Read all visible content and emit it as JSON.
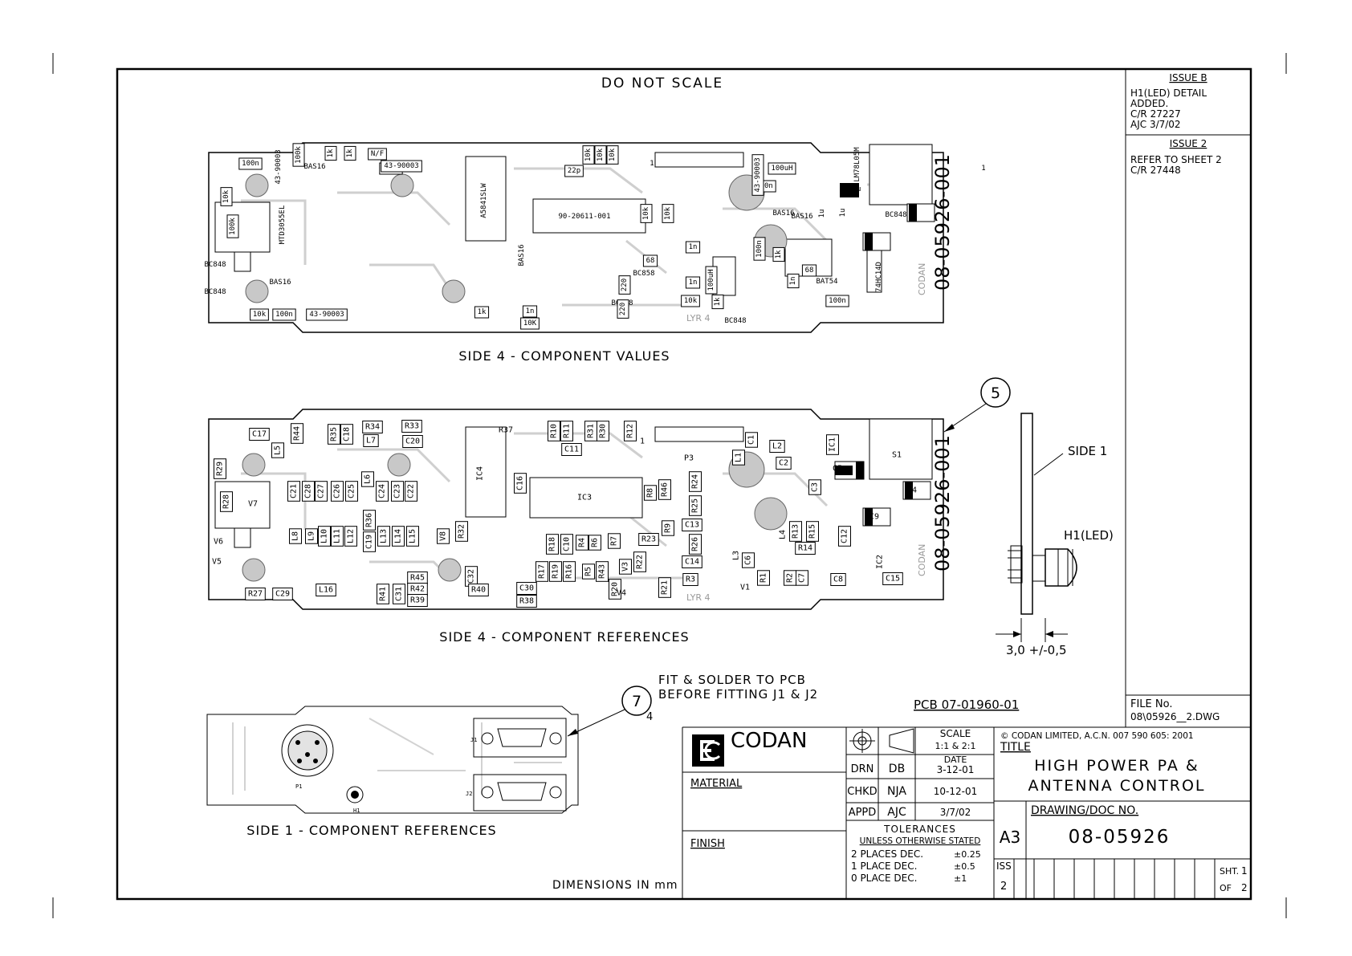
{
  "header": {
    "note": "DO NOT SCALE"
  },
  "revisions": [
    {
      "title": "ISSUE B",
      "lines": [
        "H1(LED) DETAIL",
        "ADDED.",
        "C/R 27227",
        "AJC 3/7/02"
      ]
    },
    {
      "title": "ISSUE 2",
      "lines": [
        "REFER TO SHEET 2",
        "C/R 27448"
      ]
    }
  ],
  "views": {
    "values_caption": "SIDE 4 - COMPONENT VALUES",
    "references_caption": "SIDE 4 - COMPONENT REFERENCES",
    "side1_caption": "SIDE 1 - COMPONENT REFERENCES",
    "board_id": "08-05926-001",
    "layer_label": "LYR 4",
    "maker_mark": "CODAN"
  },
  "values_board": {
    "labels": [
      {
        "t": "100n"
      },
      {
        "t": "BAS16"
      },
      {
        "t": "43-90003"
      },
      {
        "t": "100k"
      },
      {
        "t": "1k"
      },
      {
        "t": "1k"
      },
      {
        "t": "N/F"
      },
      {
        "t": "100n"
      },
      {
        "t": "43-90003"
      },
      {
        "t": "A5841SLW"
      },
      {
        "t": "22p"
      },
      {
        "t": "10k"
      },
      {
        "t": "10k"
      },
      {
        "t": "10k"
      },
      {
        "t": "100uH"
      },
      {
        "t": "100n"
      },
      {
        "t": "LM78L05M"
      },
      {
        "t": "43-90003"
      },
      {
        "t": "MTD3055EL"
      },
      {
        "t": "100k"
      },
      {
        "t": "10k"
      },
      {
        "t": "BC848"
      },
      {
        "t": "BC848"
      },
      {
        "t": "BAS16"
      },
      {
        "t": "10k"
      },
      {
        "t": "100n"
      },
      {
        "t": "43-90003"
      },
      {
        "t": "90-20611-001"
      },
      {
        "t": "10k"
      },
      {
        "t": "10k"
      },
      {
        "t": "BAS16"
      },
      {
        "t": "BAS16"
      },
      {
        "t": "1u"
      },
      {
        "t": "1u"
      },
      {
        "t": "1u"
      },
      {
        "t": "1u"
      },
      {
        "t": "1n"
      },
      {
        "t": "1n"
      },
      {
        "t": "100uH"
      },
      {
        "t": "68"
      },
      {
        "t": "68"
      },
      {
        "t": "BAT54"
      },
      {
        "t": "74HC14D"
      },
      {
        "t": "BC858"
      },
      {
        "t": "BC858"
      },
      {
        "t": "220"
      },
      {
        "t": "220"
      },
      {
        "t": "BC848"
      },
      {
        "t": "10k"
      },
      {
        "t": "1k"
      },
      {
        "t": "1k"
      },
      {
        "t": "1n"
      },
      {
        "t": "10K"
      },
      {
        "t": "1k"
      },
      {
        "t": "100n"
      },
      {
        "t": "1n"
      },
      {
        "t": "100n"
      },
      {
        "t": "BAS16"
      },
      {
        "t": "BC848"
      },
      {
        "t": "1"
      },
      {
        "t": "1"
      }
    ]
  },
  "refs_board": {
    "labels": [
      {
        "t": "C17"
      },
      {
        "t": "R44"
      },
      {
        "t": "C18"
      },
      {
        "t": "R35"
      },
      {
        "t": "R34"
      },
      {
        "t": "R33"
      },
      {
        "t": "L7"
      },
      {
        "t": "C20"
      },
      {
        "t": "R37"
      },
      {
        "t": "R10"
      },
      {
        "t": "R11"
      },
      {
        "t": "R31"
      },
      {
        "t": "R30"
      },
      {
        "t": "R12"
      },
      {
        "t": "C11"
      },
      {
        "t": "P3"
      },
      {
        "t": "L1"
      },
      {
        "t": "C1"
      },
      {
        "t": "L2"
      },
      {
        "t": "C2"
      },
      {
        "t": "IC1"
      },
      {
        "t": "S1"
      },
      {
        "t": "R29"
      },
      {
        "t": "V7"
      },
      {
        "t": "R28"
      },
      {
        "t": "V6"
      },
      {
        "t": "L5"
      },
      {
        "t": "C21"
      },
      {
        "t": "C28"
      },
      {
        "t": "C27"
      },
      {
        "t": "C26"
      },
      {
        "t": "C25"
      },
      {
        "t": "L6"
      },
      {
        "t": "C24"
      },
      {
        "t": "C23"
      },
      {
        "t": "C22"
      },
      {
        "t": "IC4"
      },
      {
        "t": "C16"
      },
      {
        "t": "IC3"
      },
      {
        "t": "R8"
      },
      {
        "t": "R46"
      },
      {
        "t": "R24"
      },
      {
        "t": "R25"
      },
      {
        "t": "C3"
      },
      {
        "t": "C5"
      },
      {
        "t": "C4"
      },
      {
        "t": "C9"
      },
      {
        "t": "L8"
      },
      {
        "t": "L9"
      },
      {
        "t": "L10"
      },
      {
        "t": "L11"
      },
      {
        "t": "L12"
      },
      {
        "t": "C19"
      },
      {
        "t": "R36"
      },
      {
        "t": "L13"
      },
      {
        "t": "L14"
      },
      {
        "t": "L15"
      },
      {
        "t": "V8"
      },
      {
        "t": "R32"
      },
      {
        "t": "R9"
      },
      {
        "t": "C13"
      },
      {
        "t": "R26"
      },
      {
        "t": "R23"
      },
      {
        "t": "L4"
      },
      {
        "t": "R13"
      },
      {
        "t": "R15"
      },
      {
        "t": "R14"
      },
      {
        "t": "C12"
      },
      {
        "t": "L3"
      },
      {
        "t": "C6"
      },
      {
        "t": "R18"
      },
      {
        "t": "C10"
      },
      {
        "t": "R4"
      },
      {
        "t": "R6"
      },
      {
        "t": "R7"
      },
      {
        "t": "V3"
      },
      {
        "t": "R22"
      },
      {
        "t": "C14"
      },
      {
        "t": "IC2"
      },
      {
        "t": "R17"
      },
      {
        "t": "R19"
      },
      {
        "t": "R16"
      },
      {
        "t": "R5"
      },
      {
        "t": "R43"
      },
      {
        "t": "R3"
      },
      {
        "t": "R1"
      },
      {
        "t": "R2"
      },
      {
        "t": "C7"
      },
      {
        "t": "C8"
      },
      {
        "t": "C15"
      },
      {
        "t": "R45"
      },
      {
        "t": "R42"
      },
      {
        "t": "R39"
      },
      {
        "t": "R27"
      },
      {
        "t": "C29"
      },
      {
        "t": "L16"
      },
      {
        "t": "R41"
      },
      {
        "t": "C31"
      },
      {
        "t": "C32"
      },
      {
        "t": "R40"
      },
      {
        "t": "C30"
      },
      {
        "t": "R38"
      },
      {
        "t": "R20"
      },
      {
        "t": "R21"
      },
      {
        "t": "V4"
      },
      {
        "t": "V1"
      },
      {
        "t": "V5"
      },
      {
        "t": "1"
      }
    ]
  },
  "side1_board": {
    "labels": [
      {
        "t": "P1"
      },
      {
        "t": "H1"
      },
      {
        "t": "J1"
      },
      {
        "t": "J2"
      }
    ]
  },
  "balloons": [
    {
      "n": "5"
    },
    {
      "n": "7"
    }
  ],
  "side_view": {
    "side_label": "SIDE 1",
    "led_label": "H1(LED)",
    "dimension": "3,0 +/-0,5"
  },
  "notes": {
    "fit_line1": "FIT & SOLDER TO PCB",
    "fit_line2": "BEFORE FITTING J1 & J2",
    "fit_ref": "4",
    "pcb_ref": "PCB 07-01960-01",
    "dimensions": "DIMENSIONS IN mm"
  },
  "title_block": {
    "logo_text": "CODAN",
    "material_label": "MATERIAL",
    "finish_label": "FINISH",
    "scale_label": "SCALE",
    "scale_value": "1:1 & 2:1",
    "date_label": "DATE",
    "sign_rows": [
      {
        "role": "DRN",
        "initials": "DB",
        "date": "3-12-01"
      },
      {
        "role": "CHKD",
        "initials": "NJA",
        "date": "10-12-01"
      },
      {
        "role": "APPD",
        "initials": "AJC",
        "date": "3/7/02"
      }
    ],
    "tolerances_label": "TOLERANCES",
    "tolerances_sub": "UNLESS OTHERWISE STATED",
    "tolerances": [
      {
        "label": "2 PLACES DEC.",
        "value": "±0.25"
      },
      {
        "label": "1 PLACE DEC.",
        "value": "±0.5"
      },
      {
        "label": "0 PLACE DEC.",
        "value": "±1"
      }
    ],
    "copyright": "© CODAN LIMITED, A.C.N. 007 590 605: 2001",
    "title_label": "TITLE",
    "title_line1": "HIGH POWER PA &",
    "title_line2": "ANTENNA CONTROL",
    "doc_no_label": "DRAWING/DOC NO.",
    "doc_no": "08-05926",
    "sheet_size": "A3",
    "iss_label": "ISS",
    "iss_value": "2",
    "sheet_label": "SHT.",
    "sheet_value": "1",
    "of_label": "OF",
    "of_value": "2",
    "file_label": "FILE No.",
    "file_value": "08\\05926__2.DWG"
  }
}
